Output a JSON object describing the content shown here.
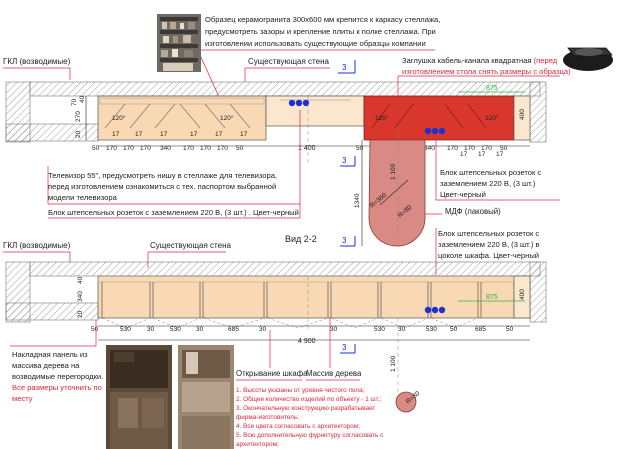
{
  "header": {
    "tile_note": [
      "Образец керамогранита 300х600 мм крепится к каркасу стеллажа,",
      "предусмотреть зазоры и крепление плиты к полке стеллажа. При",
      "изготовлении использовать существующие образцы компании"
    ],
    "cable_note": [
      "Заглушка кабель-канала квадратная (перед",
      "изготовлением стола снять размеры с образца)"
    ]
  },
  "top_view": {
    "gkl": "ГКЛ (возводимые)",
    "existing_wall": "Существующая стена",
    "arrow_num": "3",
    "left_dims": [
      "70",
      "40",
      "270",
      "20"
    ],
    "right_dims": [
      "400"
    ],
    "green_dim": "875",
    "angles": [
      "120°",
      "120°",
      "120°",
      "120°"
    ],
    "nums_17": [
      "17",
      "17",
      "17",
      "17",
      "17",
      "17",
      "17",
      "17",
      "17",
      "17",
      "17",
      "17"
    ],
    "bottom_left": [
      "50",
      "170",
      "170",
      "170",
      "340",
      "170",
      "170",
      "170",
      "50"
    ],
    "total": "1 400",
    "bottom_right": [
      "50",
      "170",
      "170",
      "170",
      "340",
      "170",
      "170",
      "170",
      "50"
    ],
    "v_1100": "1 100",
    "v_1340": "1340",
    "r360": "R=360",
    "r80": "R=80"
  },
  "notes": {
    "tv": [
      "Телевизор 55\", предусмотреть нишу в стеллаже для телевизора,",
      "перед изготовлением ознакомиться с тех. паспортом выбранной",
      "модели телевизора"
    ],
    "socket_top_left": "Блок штепсельных розеток с заземлением 220 В, (3 шт.) . Цвет-черный",
    "socket_right": [
      "Блок штепсельных розеток с",
      "заземлением 220 В, (3 шт.)",
      "Цвет-черный"
    ],
    "mdf": "МДФ (лаковый)",
    "socket_bottom": [
      "Блок штепсельных розеток с",
      "заземлением 220 В, (3 шт.) в",
      "цоколе шкафа. Цвет-черный"
    ]
  },
  "section_title": "Вид 2-2",
  "bottom_view": {
    "gkl": "ГКЛ (возводимые)",
    "existing_wall": "Существующая стена",
    "left_dims": [
      "40",
      "340",
      "20"
    ],
    "right_dims": [
      "400"
    ],
    "green_dim": "875",
    "dims": [
      "50",
      "530",
      "30",
      "530",
      "30",
      "685",
      "30",
      "685",
      "30",
      "530",
      "30",
      "530",
      "50"
    ],
    "total": "4 900",
    "v_1100": "1 100",
    "r80": "R=80",
    "arrow_num": "3"
  },
  "footer": {
    "panel_note": [
      "Накладная панель из",
      "массива дерева на",
      "возводимые перегородки."
    ],
    "panel_note_red": [
      "Все размеры уточнить по",
      "месту"
    ],
    "open_label": "Открывание шкафа",
    "wood_label": "Массив дерева",
    "remarks": [
      "1. Высоты указаны от уровня чистого пола;",
      "2. Общее количество изделий по объекту - 1 шт.;",
      "3. Окончательную конструкцию разрабатывает",
      "фирма-изготовитель;",
      "4. Все цвета согласовать с архитектором;",
      "5. Всю дополнительную фурнитуру согласовать с",
      "архитектором;"
    ]
  },
  "colors": {
    "wood": "#f9d9b3",
    "red": "#d9372e",
    "pink": "#d98a84",
    "blue": "#1a2fd6",
    "green": "#2db34a",
    "leader": "#e0263a",
    "remark_red": "#e0263a"
  }
}
